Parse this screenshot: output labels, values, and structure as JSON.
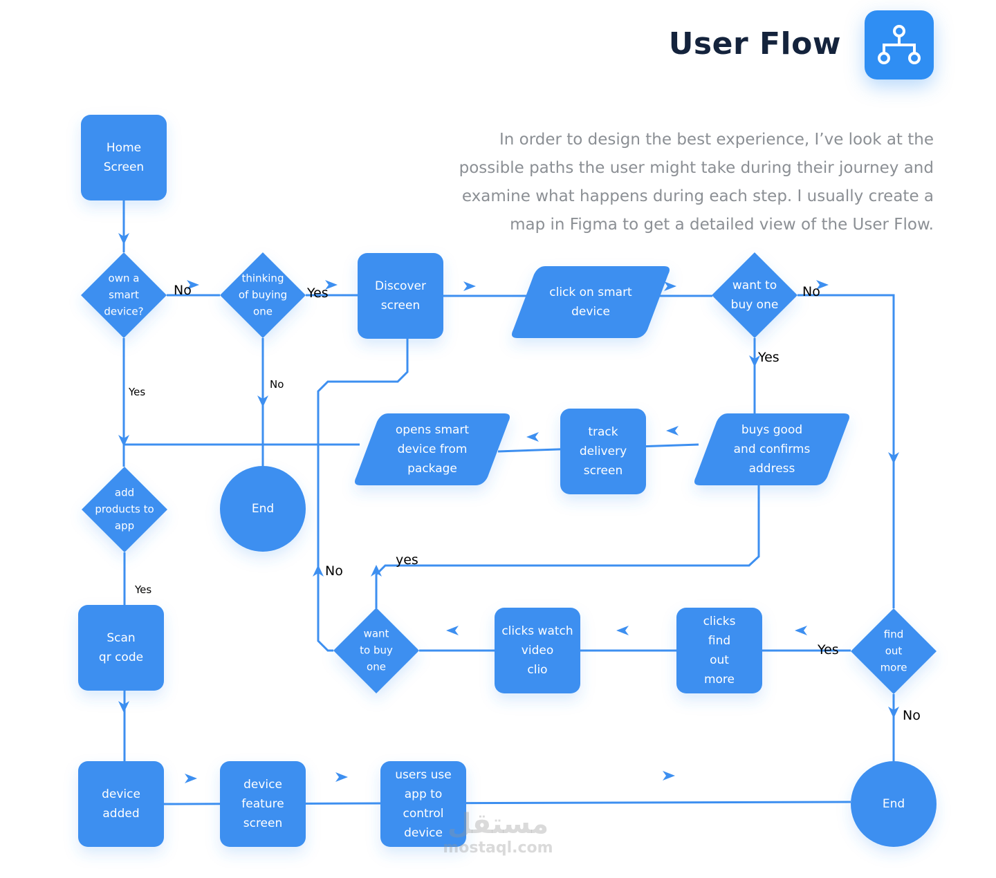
{
  "header": {
    "title": "User Flow",
    "badge_icon": "sitemap-icon",
    "intro_lines": [
      "In order to design the best experience, I’ve look at the",
      "possible paths the user might take during their journey and",
      "examine  what happens during each step. I usually create a",
      "map in Figma to get a detailed view of the User Flow."
    ]
  },
  "colors": {
    "node": "#3d8ff0",
    "title": "#14233c",
    "intro": "#8b8f94"
  },
  "nodes": [
    {
      "id": "home-screen",
      "shape": "rounded-rect",
      "lines": [
        "Home",
        "Screen"
      ]
    },
    {
      "id": "own-smart-device",
      "shape": "diamond",
      "lines": [
        "own a",
        "smart",
        "device?"
      ]
    },
    {
      "id": "thinking-of-buying",
      "shape": "diamond",
      "lines": [
        "thinking",
        "of buying",
        "one"
      ]
    },
    {
      "id": "discover-screen",
      "shape": "rounded-rect",
      "lines": [
        "Discover",
        "screen"
      ]
    },
    {
      "id": "click-on-smart-device",
      "shape": "parallelogram",
      "lines": [
        "click on smart",
        "device"
      ]
    },
    {
      "id": "want-to-buy-one-top",
      "shape": "diamond",
      "lines": [
        "want to",
        "buy one"
      ]
    },
    {
      "id": "buys-good",
      "shape": "parallelogram",
      "lines": [
        "buys good",
        "and confirms",
        "address"
      ]
    },
    {
      "id": "track-delivery-screen",
      "shape": "rounded-rect",
      "lines": [
        "track",
        "delivery",
        "screen"
      ]
    },
    {
      "id": "opens-smart-device",
      "shape": "parallelogram",
      "lines": [
        "opens smart",
        "device from",
        "package"
      ]
    },
    {
      "id": "end-left",
      "shape": "circle",
      "lines": [
        "End"
      ]
    },
    {
      "id": "add-products-to-app",
      "shape": "diamond",
      "lines": [
        "add",
        "products to",
        "app"
      ]
    },
    {
      "id": "scan-qr-code",
      "shape": "rounded-rect",
      "lines": [
        "Scan",
        "qr code"
      ]
    },
    {
      "id": "want-to-buy-one-bottom",
      "shape": "diamond",
      "lines": [
        "want",
        "to buy",
        "one"
      ]
    },
    {
      "id": "clicks-watch-video",
      "shape": "rounded-rect",
      "lines": [
        "clicks watch",
        "video",
        "clio"
      ]
    },
    {
      "id": "clicks-find-out-more",
      "shape": "rounded-rect",
      "lines": [
        "clicks",
        "find",
        "out",
        "more"
      ]
    },
    {
      "id": "find-out-more",
      "shape": "diamond",
      "lines": [
        "find",
        "out",
        "more"
      ]
    },
    {
      "id": "device-added",
      "shape": "rounded-rect",
      "lines": [
        "device",
        "added"
      ]
    },
    {
      "id": "device-feature-screen",
      "shape": "rounded-rect",
      "lines": [
        "device",
        "feature",
        "screen"
      ]
    },
    {
      "id": "users-use-app",
      "shape": "rounded-rect",
      "lines": [
        "users use",
        "app to",
        "control",
        "device"
      ]
    },
    {
      "id": "end-right",
      "shape": "circle",
      "lines": [
        "End"
      ]
    }
  ],
  "edge_labels": [
    {
      "id": "own-no",
      "text": "No"
    },
    {
      "id": "own-yes",
      "text": "Yes"
    },
    {
      "id": "thinking-yes",
      "text": "Yes"
    },
    {
      "id": "thinking-no",
      "text": "No"
    },
    {
      "id": "want-top-no",
      "text": "No"
    },
    {
      "id": "want-top-yes",
      "text": "Yes"
    },
    {
      "id": "add-yes",
      "text": "Yes"
    },
    {
      "id": "discover-no",
      "text": "No"
    },
    {
      "id": "want-bottom-yes",
      "text": "yes"
    },
    {
      "id": "find-yes",
      "text": "Yes"
    },
    {
      "id": "find-no",
      "text": "No"
    }
  ],
  "watermark": {
    "main": "مستقل",
    "sub": "mostaql.com"
  }
}
